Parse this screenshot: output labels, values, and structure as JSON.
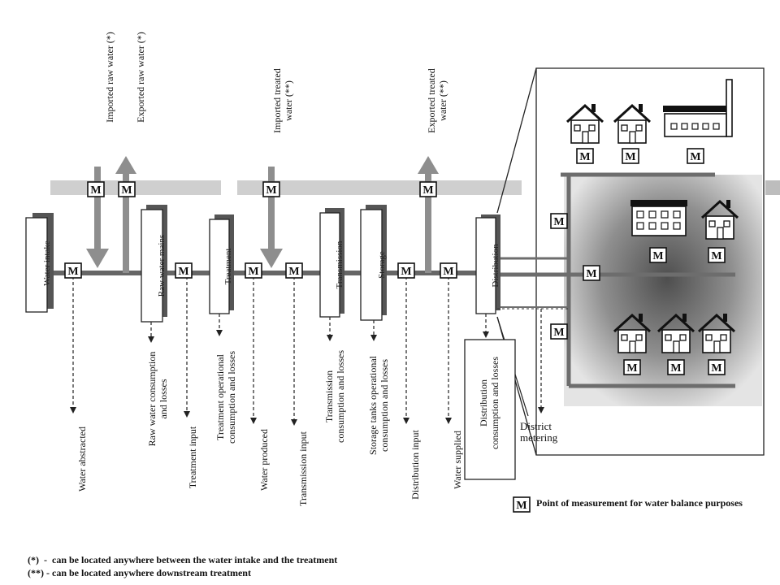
{
  "meter_symbol": "M",
  "colors": {
    "grid_band": "#c9c9c9",
    "pipe": "#707070",
    "arrow": "#8a8a8a",
    "ink": "#111111",
    "shade_dark": "#5c5c5c",
    "shade_light": "#dcdcdc"
  },
  "inflows": {
    "imported_raw": "Imported raw water (*)",
    "exported_raw": "Exported raw water (*)",
    "imported_treated": "Imported treated\nwater (**)",
    "exported_treated": "Exported treated\nwater (**)"
  },
  "process_labels": {
    "water_intake": "Water intake",
    "raw_water_mains": "Raw water mains",
    "treatment": "Treatment",
    "transmission": "Transmission",
    "storage": "Storage",
    "distribution": "Distribution"
  },
  "outflows": {
    "water_abstracted": "Water abstracted",
    "raw_water_consumption": "Raw water consumption\nand losses",
    "treatment_input": "Treatment input",
    "treatment_operational": "Treatment operational\nconsumption and losses",
    "water_produced": "Water produced",
    "transmission_input": "Transmission input",
    "transmission_consumption": "Transmission\nconsumption and losses",
    "storage_tanks": "Storage tanks operational\nconsumption and losses",
    "distribution_input": "Distribution input",
    "water_supplied": "Water supplied",
    "distribution_consumption": "Distribution\nconsumption and losses",
    "district_metering": "District\nmetering"
  },
  "legend": {
    "text": "Point of measurement for water balance purposes"
  },
  "notes": {
    "note1": "(*)  -  can be located anywhere between the water intake and the treatment",
    "note2": "(**) - can be located anywhere downstream treatment"
  }
}
